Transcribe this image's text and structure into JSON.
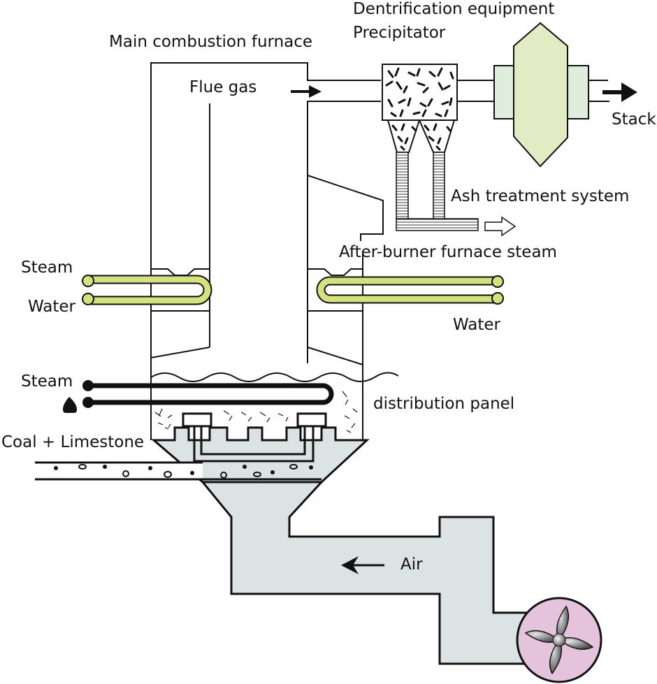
{
  "diagram": {
    "title": "Circulating fluidized bed boiler system",
    "labels": {
      "main_furnace": "Main combustion furnace",
      "flue_gas": "Flue gas",
      "dentrification": "Dentrification equipment",
      "precipitator": "Precipitator",
      "stack": "Stack",
      "ash_treatment": "Ash treatment system",
      "after_burner": "After-burner furnace steam",
      "steam_left": "Steam",
      "water_left": "Water",
      "water_right": "Water",
      "steam_bottom": "Steam",
      "distribution_panel": "distribution panel",
      "coal_limestone": "Coal + Limestone",
      "air": "Air"
    },
    "components": [
      {
        "id": "main-furnace",
        "name": "Main combustion furnace"
      },
      {
        "id": "after-burner-furnace",
        "name": "After-burner furnace"
      },
      {
        "id": "precipitator",
        "name": "Precipitator"
      },
      {
        "id": "dentrification-unit",
        "name": "Dentrification equipment"
      },
      {
        "id": "ash-treatment",
        "name": "Ash treatment system"
      },
      {
        "id": "distribution-panel",
        "name": "distribution panel"
      },
      {
        "id": "coal-feed",
        "name": "Coal + Limestone feed"
      },
      {
        "id": "air-duct",
        "name": "Air duct"
      },
      {
        "id": "fan",
        "name": "Blower fan"
      }
    ],
    "flows": [
      {
        "from": "main-furnace",
        "to": "precipitator",
        "medium": "Flue gas"
      },
      {
        "from": "precipitator",
        "to": "dentrification-unit",
        "medium": "Flue gas"
      },
      {
        "from": "dentrification-unit",
        "to": "stack",
        "medium": "Flue gas"
      },
      {
        "from": "precipitator",
        "to": "ash-treatment",
        "medium": "Ash"
      },
      {
        "from": "fan",
        "to": "distribution-panel",
        "medium": "Air"
      },
      {
        "from": "coal-feed",
        "to": "main-furnace",
        "medium": "Coal + Limestone"
      }
    ],
    "colors": {
      "heat_exchanger": "#d4e17f",
      "dentrification_body": "#e2ecc4",
      "dentrification_flange": "#deeddc",
      "air_duct": "#dce3e4",
      "fan_housing": "#e6c3dc",
      "fan_blade": "#707070",
      "outline": "#111111"
    }
  }
}
